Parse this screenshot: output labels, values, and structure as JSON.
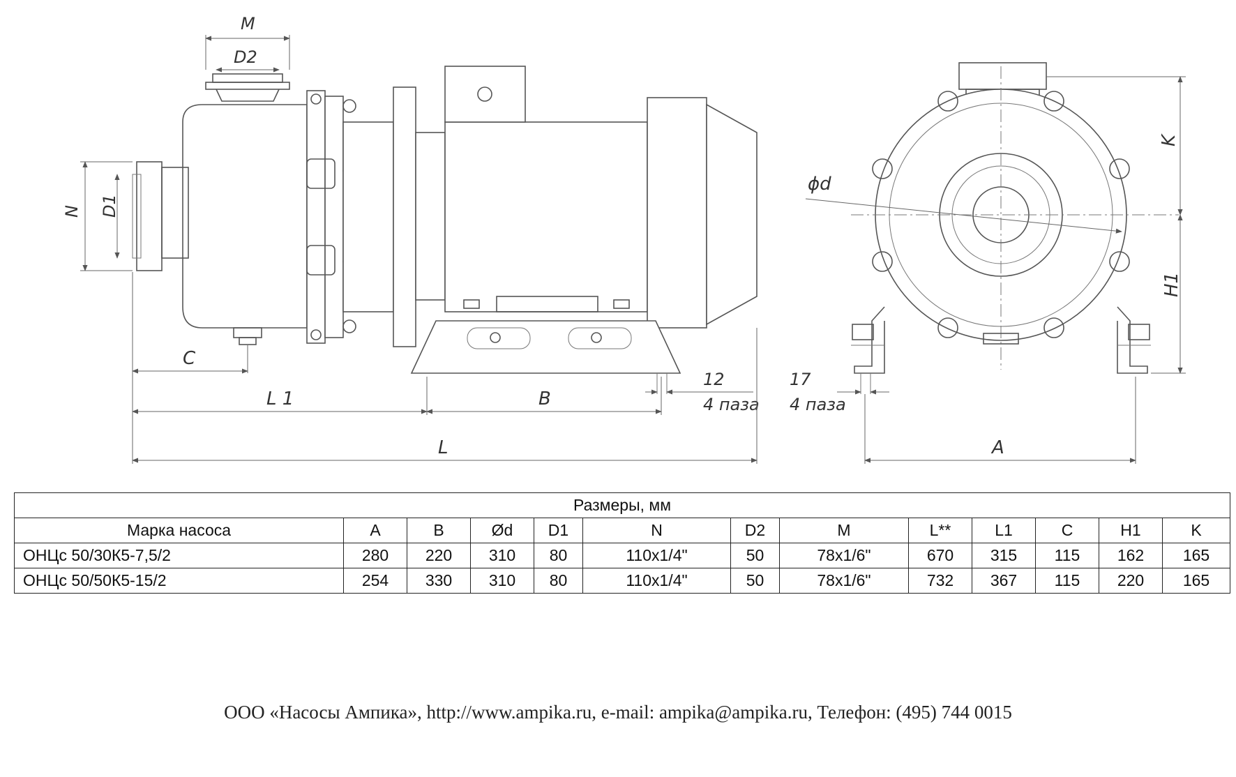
{
  "diagram": {
    "labels": {
      "M": "M",
      "D2": "D2",
      "N": "N",
      "D1": "D1",
      "C": "C",
      "L1": "L 1",
      "B": "B",
      "L": "L",
      "slot12": "12",
      "slot12_sub": "4 паза",
      "slot17": "17",
      "slot17_sub": "4 паза",
      "A": "A",
      "d": "ϕd",
      "K": "K",
      "H1": "H1"
    }
  },
  "table": {
    "title": "Размеры, мм",
    "headers": [
      "Марка насоса",
      "A",
      "B",
      "Ød",
      "D1",
      "N",
      "D2",
      "M",
      "L**",
      "L1",
      "C",
      "H1",
      "K"
    ],
    "rows": [
      [
        "ОНЦс 50/30К5-7,5/2",
        "280",
        "220",
        "310",
        "80",
        "110x1/4\"",
        "50",
        "78x1/6\"",
        "670",
        "315",
        "115",
        "162",
        "165"
      ],
      [
        "ОНЦс 50/50К5-15/2",
        "254",
        "330",
        "310",
        "80",
        "110x1/4\"",
        "50",
        "78x1/6\"",
        "732",
        "367",
        "115",
        "220",
        "165"
      ]
    ]
  },
  "footer": {
    "text": "ООО «Насосы Ампика», http://www.ampika.ru, e-mail: ampika@ampika.ru, Телефон: (495) 744 0015"
  }
}
